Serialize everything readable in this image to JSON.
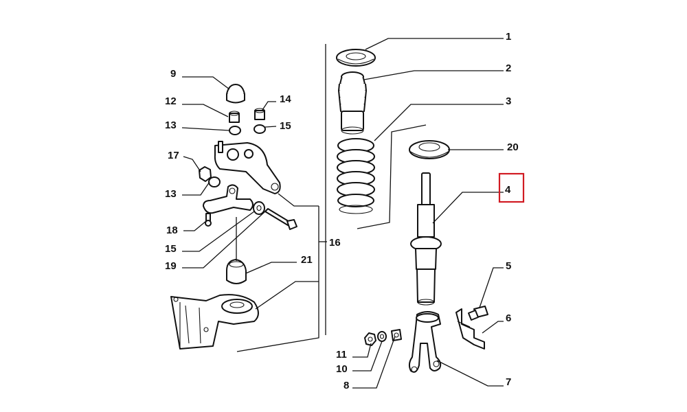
{
  "diagram": {
    "callouts": {
      "c1": "1",
      "c2": "2",
      "c3": "3",
      "c4": "4",
      "c5": "5",
      "c6": "6",
      "c7": "7",
      "c8": "8",
      "c9": "9",
      "c10": "10",
      "c11": "11",
      "c12": "12",
      "c13a": "13",
      "c13b": "13",
      "c14": "14",
      "c15a": "15",
      "c15b": "15",
      "c16": "16",
      "c17": "17",
      "c18": "18",
      "c19": "19",
      "c20": "20",
      "c21": "21"
    },
    "highlighted_callout": "4",
    "highlight_color": "#d11a22"
  }
}
